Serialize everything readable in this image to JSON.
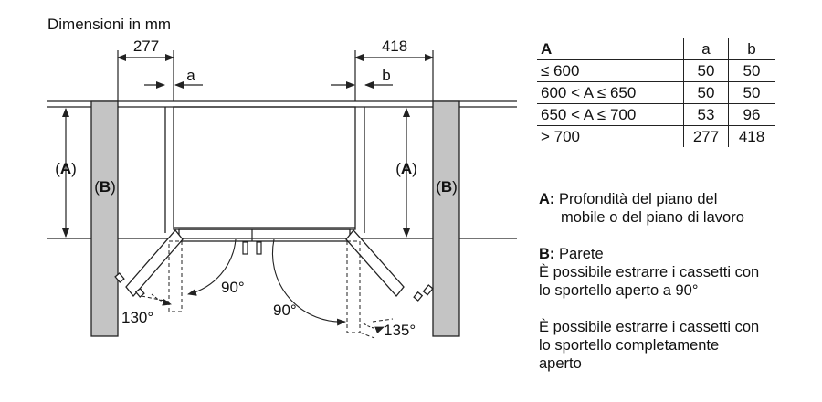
{
  "title": "Dimensioni in mm",
  "dimensions": {
    "left_offset": "277",
    "right_offset": "418",
    "gap_left": "a",
    "gap_right": "b"
  },
  "labels": {
    "depth": "A",
    "wall": "B"
  },
  "angles": {
    "left_open": "90°",
    "left_full": "130°",
    "right_open": "90°",
    "right_full": "135°"
  },
  "table": {
    "header": [
      "A",
      "a",
      "b"
    ],
    "rows": [
      [
        "≤ 600",
        "50",
        "50"
      ],
      [
        "600 < A ≤ 650",
        "50",
        "50"
      ],
      [
        "650 < A ≤ 700",
        "53",
        "96"
      ],
      [
        "> 700",
        "277",
        "418"
      ]
    ]
  },
  "legend": {
    "a_key": "A:",
    "a_text_1": "Profondità del piano del",
    "a_text_2": "mobile o del piano di lavoro",
    "b_key": "B:",
    "b_text": "Parete",
    "note1_1": "È possibile estrarre i cassetti con",
    "note1_2": "lo sportello aperto a 90°",
    "note2_1": "È possibile estrarre i cassetti con",
    "note2_2": "lo sportello completamente",
    "note2_3": "aperto"
  },
  "colors": {
    "wall": "#c4c4c4",
    "line": "#222222"
  }
}
